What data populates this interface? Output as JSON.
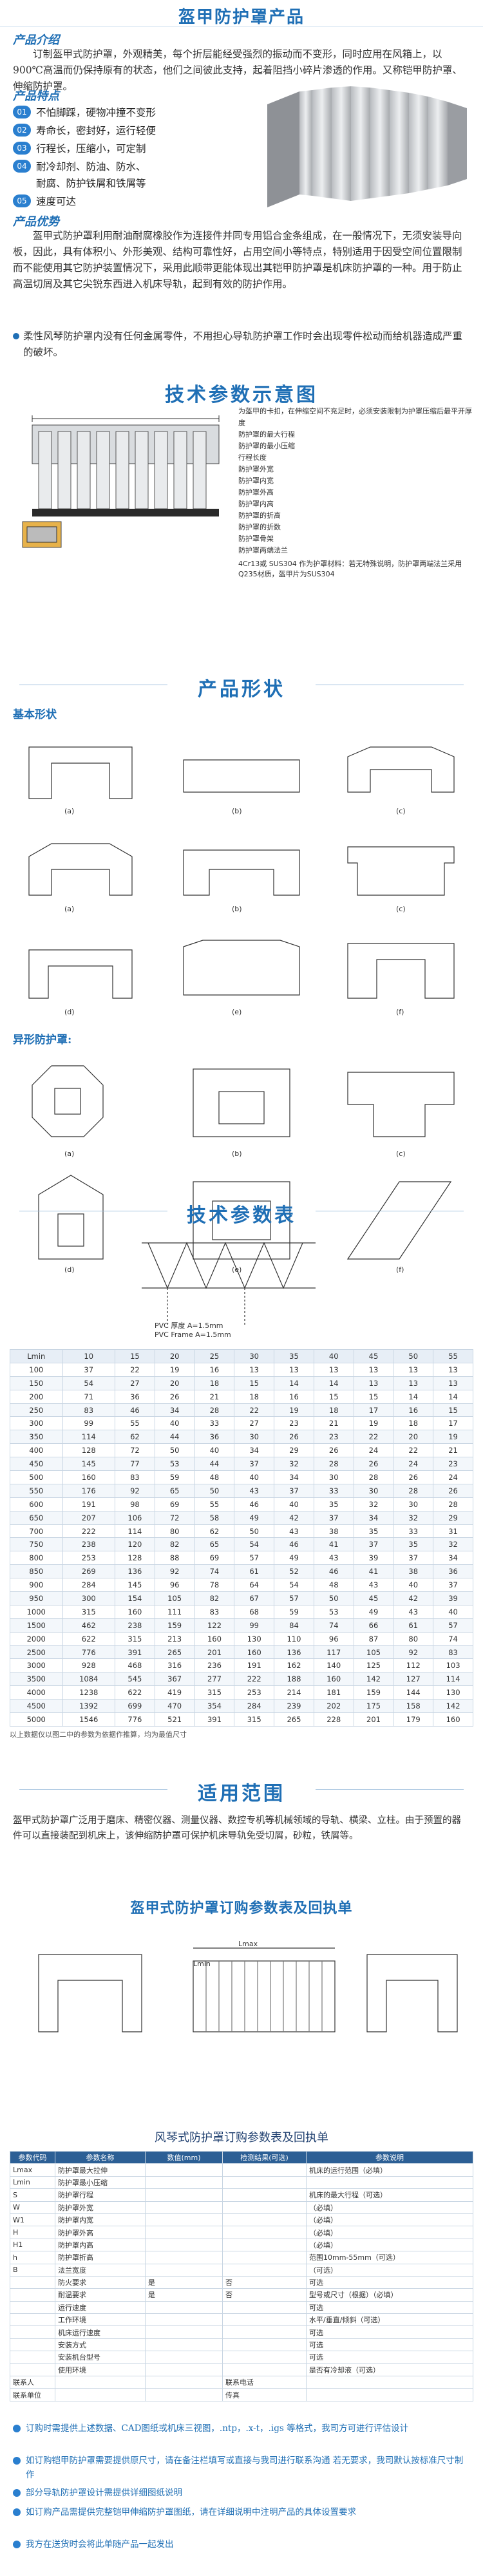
{
  "title": "盔甲防护罩产品",
  "intro": {
    "heading": "产品介绍",
    "text": "订制盔甲式防护罩，外观精美，每个折层能经受强烈的振动而不变形，同时应用在风箱上，以900℃高温而仍保持原有的状态，他们之间彼此支持，起着阻挡小碎片渗透的作用。又称铠甲防护罩、伸缩防护罩。"
  },
  "features": {
    "heading": "产品特点",
    "items": [
      {
        "num": "01",
        "text": "不怕脚踩，硬物冲撞不变形"
      },
      {
        "num": "02",
        "text": "寿命长，密封好，运行轻便"
      },
      {
        "num": "03",
        "text": "行程长，压缩小，可定制"
      },
      {
        "num": "04",
        "text": "耐冷却剂、防油、防水、"
      },
      {
        "num": "",
        "text": "耐腐、防护铁屑和铁屑等"
      },
      {
        "num": "05",
        "text": "速度可达"
      }
    ]
  },
  "advantages": {
    "heading": "产品优势",
    "text": "盔甲式防护罩利用耐油耐腐橡胶作为连接件并同专用铝合金条组成，在一般情况下，无须安装导向板，因此，具有体积小、外形美观、结构可靠性好，占用空间小等特点，特别适用于因受空间位置限制而不能使用其它防护装置情况下，采用此顺带更能体现出其铠甲防护罩是机床防护罩的一种。用于防止高温切屑及其它尖锐东西进入机床导轨，起到有效的防护作用。",
    "note": "柔性风琴防护罩内没有任何金属零件，不用担心导轨防护罩工作时会出现零件松动而给机器造成严重的破坏。"
  },
  "schematic": {
    "heading": "技术参数示意图",
    "labels": [
      "为盔甲的卡扣，在伸缩空间不充足时，必须安装限制为护罩压缩后最平开厚度",
      "防护罩的最大行程",
      "防护罩的最小压缩",
      "行程长度",
      "防护罩外宽",
      "防护罩内宽",
      "防护罩外高",
      "防护罩内高",
      "防护罩的折高",
      "防护罩的折数",
      "防护罩骨架",
      "防护罩两端法兰",
      "4Cr13或 SUS304 作为护罩材料：若无特殊说明，防护罩两端法兰采用Q235材质，盔甲片为SUS304"
    ]
  },
  "shapes": {
    "heading": "产品形状",
    "basic": "基本形状",
    "special": "异形防护罩:",
    "tags_row1": [
      "(a)",
      "(b)",
      "(c)"
    ],
    "tags_row2": [
      "(a)",
      "(b)",
      "(c)"
    ],
    "tags_row3": [
      "(d)",
      "(e)",
      "(f)"
    ],
    "tags_row4": [
      "(a)",
      "(b)",
      "(c)"
    ],
    "tags_row5": [
      "(d)",
      "(e)",
      "(f)"
    ]
  },
  "tech_table": {
    "heading": "技术参数表",
    "diagram_labels": [
      "PVC 厚度 A=1.5mm",
      "PVC Frame A=1.5mm"
    ],
    "header_corner": "Lmin",
    "columns": [
      "10",
      "15",
      "20",
      "25",
      "30",
      "35",
      "40",
      "45",
      "50",
      "55"
    ],
    "rows": [
      [
        "100",
        "37",
        "22",
        "19",
        "16",
        "13",
        "13",
        "13",
        "13",
        "13",
        "13"
      ],
      [
        "150",
        "54",
        "27",
        "20",
        "18",
        "15",
        "14",
        "14",
        "13",
        "13",
        "13"
      ],
      [
        "200",
        "71",
        "36",
        "26",
        "21",
        "18",
        "16",
        "15",
        "15",
        "14",
        "14"
      ],
      [
        "250",
        "83",
        "46",
        "34",
        "28",
        "22",
        "19",
        "18",
        "17",
        "16",
        "15"
      ],
      [
        "300",
        "99",
        "55",
        "40",
        "33",
        "27",
        "23",
        "21",
        "19",
        "18",
        "17"
      ],
      [
        "350",
        "114",
        "62",
        "44",
        "36",
        "30",
        "26",
        "23",
        "22",
        "20",
        "19"
      ],
      [
        "400",
        "128",
        "72",
        "50",
        "40",
        "34",
        "29",
        "26",
        "24",
        "22",
        "21"
      ],
      [
        "450",
        "145",
        "77",
        "53",
        "44",
        "37",
        "32",
        "28",
        "26",
        "24",
        "23"
      ],
      [
        "500",
        "160",
        "83",
        "59",
        "48",
        "40",
        "34",
        "30",
        "28",
        "26",
        "24"
      ],
      [
        "550",
        "176",
        "92",
        "65",
        "50",
        "43",
        "37",
        "33",
        "30",
        "28",
        "26"
      ],
      [
        "600",
        "191",
        "98",
        "69",
        "55",
        "46",
        "40",
        "35",
        "32",
        "30",
        "28"
      ],
      [
        "650",
        "207",
        "106",
        "72",
        "58",
        "49",
        "42",
        "37",
        "34",
        "32",
        "29"
      ],
      [
        "700",
        "222",
        "114",
        "80",
        "62",
        "50",
        "43",
        "38",
        "35",
        "33",
        "31"
      ],
      [
        "750",
        "238",
        "120",
        "82",
        "65",
        "54",
        "46",
        "41",
        "37",
        "35",
        "32"
      ],
      [
        "800",
        "253",
        "128",
        "88",
        "69",
        "57",
        "49",
        "43",
        "39",
        "37",
        "34"
      ],
      [
        "850",
        "269",
        "136",
        "92",
        "74",
        "61",
        "52",
        "46",
        "41",
        "38",
        "36"
      ],
      [
        "900",
        "284",
        "145",
        "96",
        "78",
        "64",
        "54",
        "48",
        "43",
        "40",
        "37"
      ],
      [
        "950",
        "300",
        "154",
        "105",
        "82",
        "67",
        "57",
        "50",
        "45",
        "42",
        "39"
      ],
      [
        "1000",
        "315",
        "160",
        "111",
        "83",
        "68",
        "59",
        "53",
        "49",
        "43",
        "40"
      ],
      [
        "1500",
        "462",
        "238",
        "159",
        "122",
        "99",
        "84",
        "74",
        "66",
        "61",
        "57"
      ],
      [
        "2000",
        "622",
        "315",
        "213",
        "160",
        "130",
        "110",
        "96",
        "87",
        "80",
        "74"
      ],
      [
        "2500",
        "776",
        "391",
        "265",
        "201",
        "160",
        "136",
        "117",
        "105",
        "92",
        "83"
      ],
      [
        "3000",
        "928",
        "468",
        "316",
        "236",
        "191",
        "162",
        "140",
        "125",
        "112",
        "103"
      ],
      [
        "3500",
        "1084",
        "545",
        "367",
        "277",
        "222",
        "188",
        "160",
        "142",
        "127",
        "114"
      ],
      [
        "4000",
        "1238",
        "622",
        "419",
        "315",
        "253",
        "214",
        "181",
        "159",
        "144",
        "130"
      ],
      [
        "4500",
        "1392",
        "699",
        "470",
        "354",
        "284",
        "239",
        "202",
        "175",
        "158",
        "142"
      ],
      [
        "5000",
        "1546",
        "776",
        "521",
        "391",
        "315",
        "265",
        "228",
        "201",
        "179",
        "160"
      ]
    ],
    "footnote": "以上数据仅以图二中的参数为依据作推算，均为最值尺寸"
  },
  "scope": {
    "heading": "适用范围",
    "text": "盔甲式防护罩广泛用于磨床、精密仪器、测量仪器、数控专机等机械领域的导轨、横梁、立柱。由于预置的器件可以直接装配到机床上，该伸缩防护罩可保护机床导轨免受切屑，砂粒，铁屑等。"
  },
  "order": {
    "heading": "盔甲式防护罩订购参数表及回执单",
    "drawing_label": "Lmax",
    "drawing_label2": "Lmin",
    "table_title": "风琴式防护罩订购参数表及回执单",
    "columns": [
      "参数代码",
      "参数名称",
      "数值(mm)",
      "检测结果(可选)",
      "参数说明"
    ],
    "rows": [
      [
        "Lmax",
        "防护罩最大拉伸",
        "",
        "",
        "机床的运行范围（必填）"
      ],
      [
        "Lmin",
        "防护罩最小压缩",
        "",
        "",
        ""
      ],
      [
        "S",
        "防护罩行程",
        "",
        "",
        "机床的最大行程（可选）"
      ],
      [
        "W",
        "防护罩外宽",
        "",
        "",
        "（必填）"
      ],
      [
        "W1",
        "防护罩内宽",
        "",
        "",
        "（必填）"
      ],
      [
        "H",
        "防护罩外高",
        "",
        "",
        "（必填）"
      ],
      [
        "H1",
        "防护罩内高",
        "",
        "",
        "（必填）"
      ],
      [
        "h",
        "防护罩折高",
        "",
        "",
        "范围10mm-55mm（可选）"
      ],
      [
        "B",
        "法兰宽度",
        "",
        "",
        "（可选）"
      ],
      [
        "",
        "防火要求",
        "是",
        "否",
        "可选"
      ],
      [
        "",
        "耐温要求",
        "是",
        "否",
        "型号或尺寸（根据）（必填）"
      ],
      [
        "",
        "运行速度",
        "",
        "",
        "可选"
      ],
      [
        "",
        "工作环境",
        "",
        "",
        "水平/垂直/倾斜（可选）"
      ],
      [
        "",
        "机床运行速度",
        "",
        "",
        "可选"
      ],
      [
        "",
        "安装方式",
        "",
        "",
        "可选"
      ],
      [
        "",
        "安装机台型号",
        "",
        "",
        "可选"
      ],
      [
        "",
        "使用环境",
        "",
        "",
        "是否有冷却液（可选）"
      ],
      [
        "联系人",
        "",
        "",
        "联系电话",
        ""
      ],
      [
        "联系单位",
        "",
        "",
        "传真",
        ""
      ]
    ]
  },
  "footer_bullets": [
    "订购时需提供上述数据、CAD图纸或机床三视图，.ntp，.x-t，.igs 等格式，我司方可进行评估设计",
    "如订购铠甲防护罩需要提供原尺寸，请在备注栏填写或直接与我司进行联系沟通 若无要求，我司默认按标准尺寸制作",
    "部分导轨防护罩设计需提供详细图纸说明",
    "如订购产品需提供完整铠甲伸缩防护罩图纸，请在详细说明中注明产品的具体设置要求",
    "我方在送货时会将此单随产品一起发出"
  ],
  "colors": {
    "accent": "#1f6fb5",
    "bullet": "#2a7fcf",
    "header": "#2c5f95"
  }
}
